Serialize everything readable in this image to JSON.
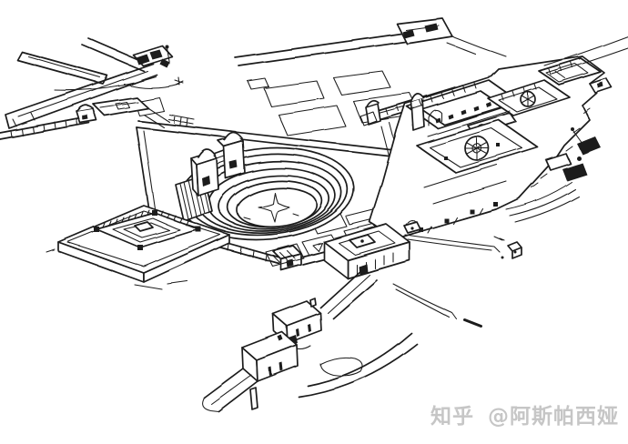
{
  "figure": {
    "type": "hand-drawn architectural perspective sketch, black ink on white",
    "description": "Bird's-eye freehand ink sketch of a historic complex: crossing roads at the upper left, a domed pavilion at the junction, a gridded plaza, a large elliptical tiered court with a star-marked floor and twin domed gate towers, a square fortified platform at the lower left, a causeway leading to a twin-block gatehouse, and a large multi-courtyard palace with fountains at the right; Zhihu watermark at bottom right",
    "elements": [
      {
        "name": "northwest-roads",
        "label": "crossing roads at upper left"
      },
      {
        "name": "road-junction-buildings",
        "label": "dark huts at road junction"
      },
      {
        "name": "northeast-road",
        "label": "road to upper-right corner building"
      },
      {
        "name": "dome-pavilion",
        "label": "domed pavilion on square base"
      },
      {
        "name": "plaza-panels",
        "label": "gridded plaza panels"
      },
      {
        "name": "west-road-and-kiosk",
        "label": "segmented wall, flat building and domed kiosk"
      },
      {
        "name": "amphitheater-terrace",
        "label": "terrace with ticked parapet wall and gate"
      },
      {
        "name": "forecourt-panels",
        "label": "hatched forecourt panels"
      },
      {
        "name": "amphitheater",
        "label": "elliptical tiered court with star-marked floor"
      },
      {
        "name": "amphitheater-gate-towers",
        "label": "ribbed wall and twin domed towers"
      },
      {
        "name": "fort-platform",
        "label": "square walled platform with crenellations"
      },
      {
        "name": "gallery-wing",
        "label": "long arcaded gallery wing"
      },
      {
        "name": "palace-complex",
        "label": "multi-courtyard palace with fountains and minaret"
      },
      {
        "name": "palace-porch",
        "label": "walled porch court with dark doorway"
      },
      {
        "name": "causeway-gatehouse",
        "label": "causeway with twin-block gatehouse and curved road"
      },
      {
        "name": "east-walls",
        "label": "curved outer walls and dark outbuildings"
      },
      {
        "name": "top-right-roads",
        "label": "thin roads entering from top right"
      },
      {
        "name": "southeast-roads",
        "label": "thin arrow-like roads and small cube hut"
      },
      {
        "name": "watermark",
        "label": "Zhihu author watermark"
      }
    ]
  },
  "watermark": {
    "platform": "知乎",
    "author": "@阿斯帕西娅",
    "full_text": "知乎 @阿斯帕西娅"
  },
  "colors": {
    "background": "#ffffff",
    "ink": "#1c1c1c",
    "watermark": "#c6c6c6"
  }
}
